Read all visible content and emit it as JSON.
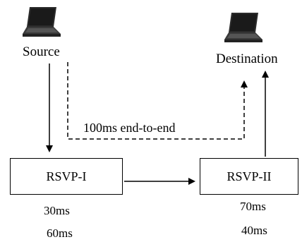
{
  "source": {
    "label": "Source",
    "icon": "laptop-icon"
  },
  "destination": {
    "label": "Destination",
    "icon": "laptop-icon"
  },
  "end_to_end": {
    "label": "100ms end-to-end"
  },
  "routers": [
    {
      "label": "RSVP-I",
      "values": [
        "30ms",
        "60ms"
      ]
    },
    {
      "label": "RSVP-II",
      "values": [
        "70ms",
        "40ms"
      ]
    }
  ],
  "colors": {
    "line": "#000000",
    "background": "#ffffff"
  }
}
